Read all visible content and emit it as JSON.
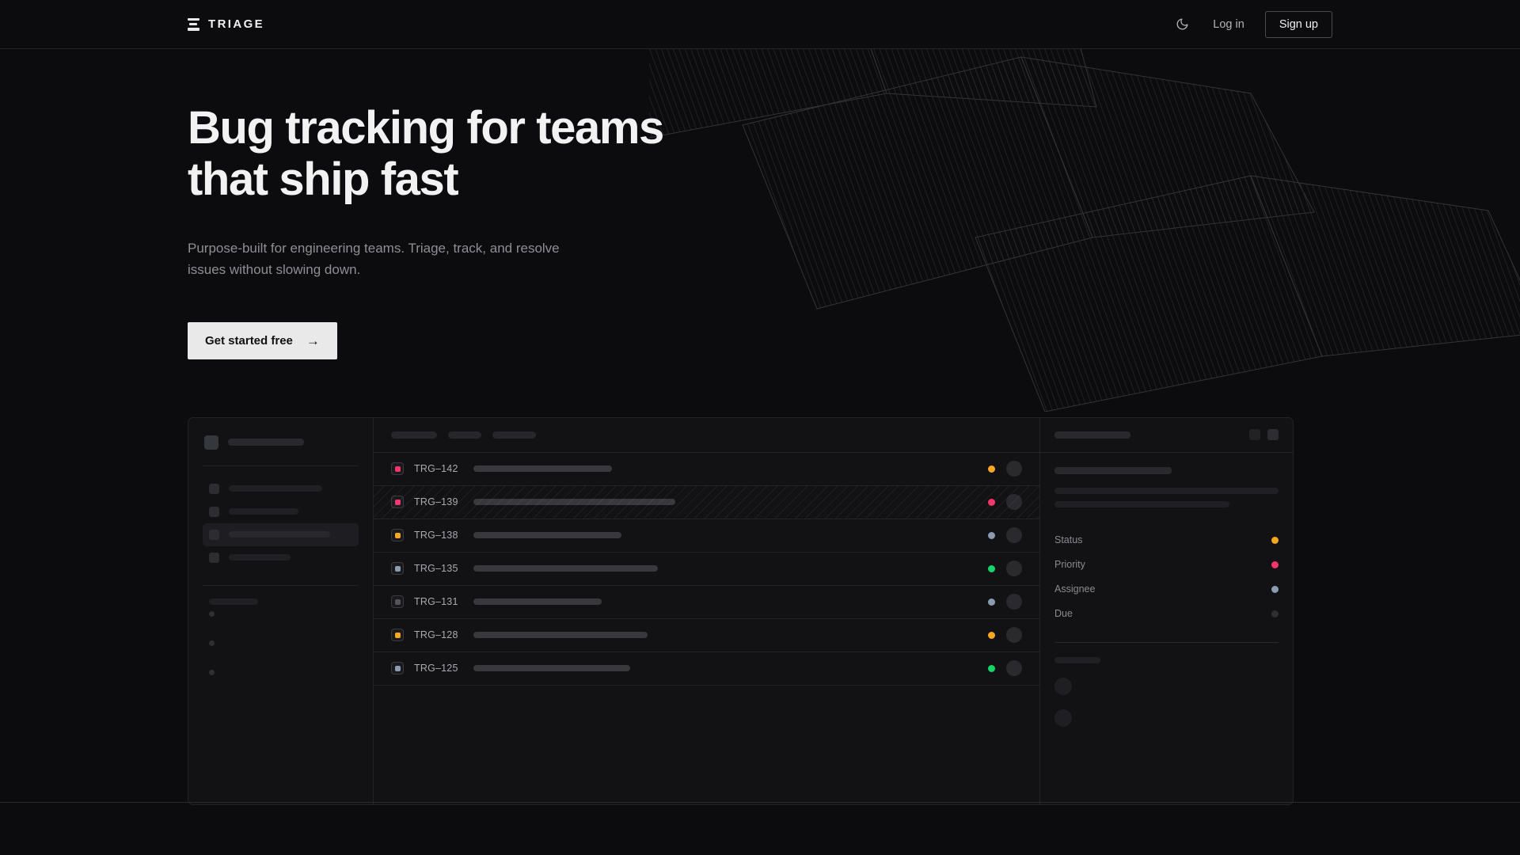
{
  "header": {
    "brand": "TRIAGE",
    "brand_icon": "stacked-bars-icon",
    "theme_toggle_icon": "moon-icon",
    "login_label": "Log in",
    "signup_label": "Sign up"
  },
  "hero": {
    "heading_line1": "Bug tracking for teams",
    "heading_line2": "that ship fast",
    "subheading": "Purpose-built for engineering teams. Triage, track, and resolve issues without slowing down.",
    "cta_label": "Get started free",
    "cta_arrow": "→"
  },
  "mockup": {
    "sidebar": {
      "nav_count": 4,
      "active_index": 2,
      "sub_dots": 3
    },
    "toolbar": {
      "tab_widths": [
        58,
        42,
        55
      ]
    },
    "rows": [
      {
        "id": "TRG–142",
        "badge_color": "#f4356b",
        "status_color": "#f5a623",
        "title_width": 175,
        "hatched": false
      },
      {
        "id": "TRG–139",
        "badge_color": "#f4356b",
        "status_color": "#f4356b",
        "title_width": 255,
        "hatched": true
      },
      {
        "id": "TRG–138",
        "badge_color": "#f5a623",
        "status_color": "#8b9bb0",
        "title_width": 187,
        "hatched": false
      },
      {
        "id": "TRG–135",
        "badge_color": "#8b9bb0",
        "status_color": "#17d46a",
        "title_width": 233,
        "hatched": false
      },
      {
        "id": "TRG–131",
        "badge_color": "#54545a",
        "status_color": "#8b9bb0",
        "title_width": 162,
        "hatched": false
      },
      {
        "id": "TRG–128",
        "badge_color": "#f5a623",
        "status_color": "#f5a623",
        "title_width": 220,
        "hatched": false
      },
      {
        "id": "TRG–125",
        "badge_color": "#8b9bb0",
        "status_color": "#17d46a",
        "title_width": 198,
        "hatched": false
      }
    ],
    "detail": {
      "fields": [
        {
          "label": "Status",
          "color": "#f5a623"
        },
        {
          "label": "Priority",
          "color": "#f4356b"
        },
        {
          "label": "Assignee",
          "color": "#8b9bb0"
        },
        {
          "label": "Due",
          "color": "#2e2e33"
        }
      ],
      "avatars": 2
    }
  },
  "colors": {
    "background": "#0c0c0e",
    "surface": "#121214",
    "border": "#232327",
    "text_primary": "#f2f2f3",
    "text_muted": "#8e8e95",
    "cta_background": "#e9e9ea",
    "accent_orange": "#f5a623",
    "accent_pink": "#f4356b",
    "accent_green": "#17d46a",
    "accent_slate": "#8b9bb0"
  }
}
